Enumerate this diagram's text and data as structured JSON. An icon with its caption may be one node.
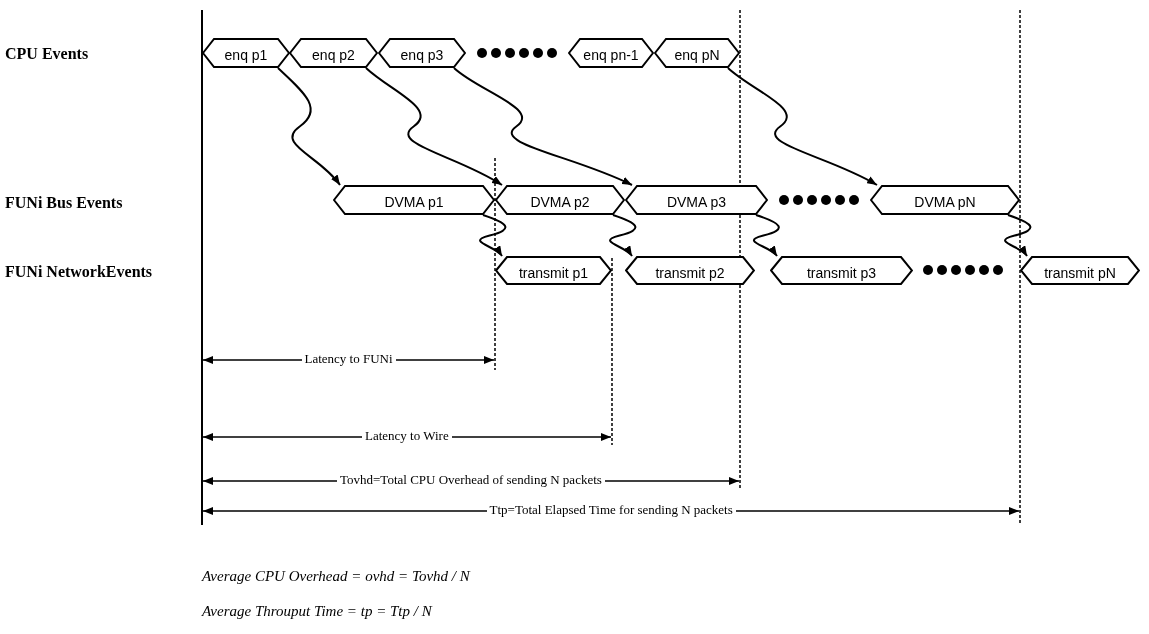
{
  "diagram": {
    "nodes": [
      {
        "text": [
          "enq p1"
        ]
      },
      {
        "text": [
          "enq p2"
        ]
      },
      {
        "text": [
          "enq p3"
        ]
      },
      {
        "text": [
          "enq pn-1"
        ]
      },
      {
        "text": [
          "enq pN"
        ]
      },
      {
        "text": [
          "DVMA p1"
        ]
      },
      {
        "text": [
          "DVMA p2"
        ]
      },
      {
        "text": [
          "DVMA p3"
        ]
      },
      {
        "text": [
          "DVMA pN"
        ]
      },
      {
        "text": [
          "transmit p1"
        ]
      },
      {
        "text": [
          "transmit p2"
        ]
      },
      {
        "text": [
          "transmit p3"
        ]
      },
      {
        "text": [
          "transmit pN"
        ]
      }
    ],
    "edges": [
      {
        "from": 0,
        "to": 5,
        "arrow": "to"
      },
      {
        "from": 1,
        "to": 6,
        "arrow": "to"
      },
      {
        "from": 2,
        "to": 7,
        "arrow": "to"
      },
      {
        "from": 4,
        "to": 8,
        "arrow": "to"
      },
      {
        "from": 5,
        "to": 9,
        "arrow": "to"
      },
      {
        "from": 6,
        "to": 10,
        "arrow": "to"
      },
      {
        "from": 7,
        "to": 11,
        "arrow": "to"
      },
      {
        "from": 8,
        "to": 12,
        "arrow": "to"
      }
    ],
    "labels": [
      "CPU Events",
      "FUNi Bus Events",
      "FUNi NetworkEvents",
      "Latency to FUNi",
      "Latency to Wire",
      "Tovhd=Total CPU Overhead of sending N packets",
      "Ttp=Total Elapsed Time for sending N packets",
      "Average CPU Overhead = ovhd = Tovhd / N",
      "Average Throuput Time = tp = Ttp / N"
    ]
  }
}
